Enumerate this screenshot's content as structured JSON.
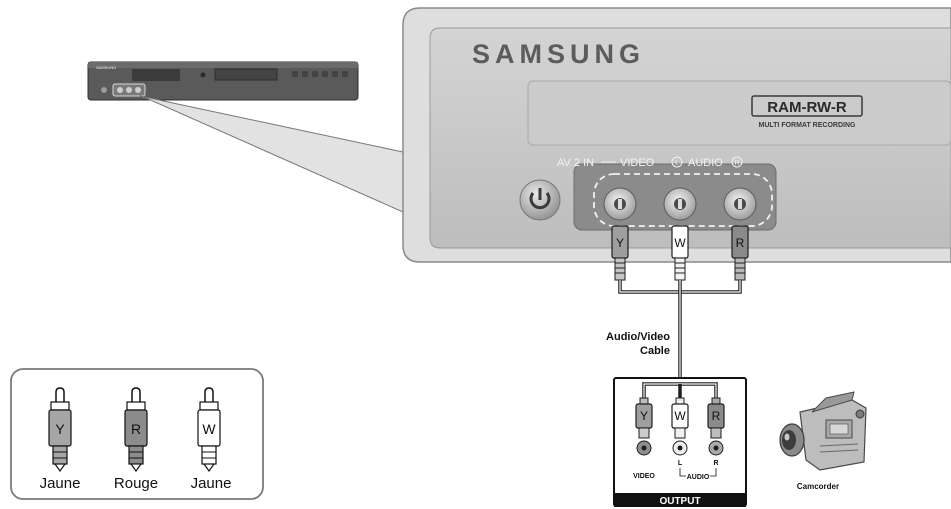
{
  "panel": {
    "brand": "SAMSUNG",
    "logo": "RAM-RW-R",
    "logo_sub": "MULTI FORMAT RECORDING",
    "input_label_av": "AV 2 IN",
    "input_label_video": "VIDEO",
    "input_label_audio": "AUDIO",
    "input_label_l": "L",
    "input_label_r": "R"
  },
  "mini_recorder": {
    "brand": "SAMSUNG"
  },
  "plugs": {
    "y": "Y",
    "w": "W",
    "r": "R"
  },
  "cable": {
    "label_line1": "Audio/Video",
    "label_line2": "Cable"
  },
  "output_box": {
    "title": "OUTPUT",
    "video": "VIDEO",
    "audio": "AUDIO",
    "l": "L",
    "r": "R"
  },
  "camcorder": {
    "label": "Camcorder"
  },
  "legend": {
    "items": [
      {
        "letter": "Y",
        "name": "Jaune"
      },
      {
        "letter": "R",
        "name": "Rouge"
      },
      {
        "letter": "W",
        "name": "Jaune"
      }
    ]
  },
  "colors": {
    "panel": "#c8c8c8",
    "panel_dark": "#8d8d8d",
    "ink": "#222222",
    "plug_grey": "#9a9a9a"
  }
}
